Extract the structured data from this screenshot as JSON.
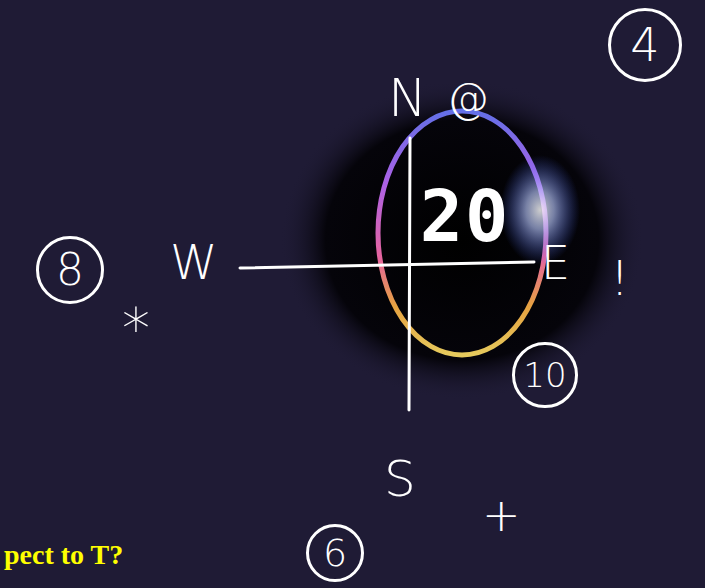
{
  "diagram": {
    "nodes": [
      {
        "text": [
          "4"
        ]
      },
      {
        "text": [
          "8"
        ]
      },
      {
        "text": [
          "20"
        ]
      },
      {
        "text": [
          "10"
        ]
      },
      {
        "text": [
          "6"
        ]
      }
    ],
    "labels": [
      "N",
      "@",
      "W",
      "E",
      "!",
      "*",
      "S",
      "+",
      "pect to T?"
    ]
  }
}
